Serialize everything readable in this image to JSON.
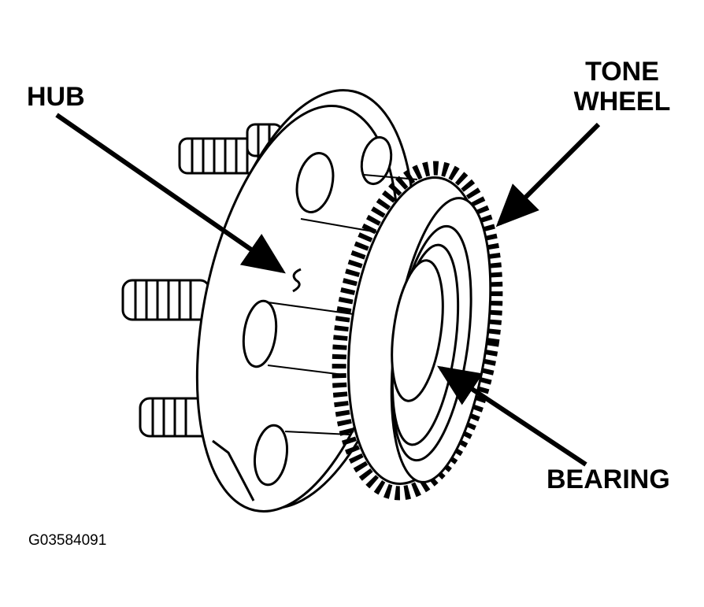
{
  "labels": {
    "hub": "HUB",
    "tone_wheel_line1": "TONE",
    "tone_wheel_line2": "WHEEL",
    "bearing": "BEARING"
  },
  "figure_code": "G03584091",
  "colors": {
    "ink": "#000000",
    "paper": "#ffffff"
  }
}
